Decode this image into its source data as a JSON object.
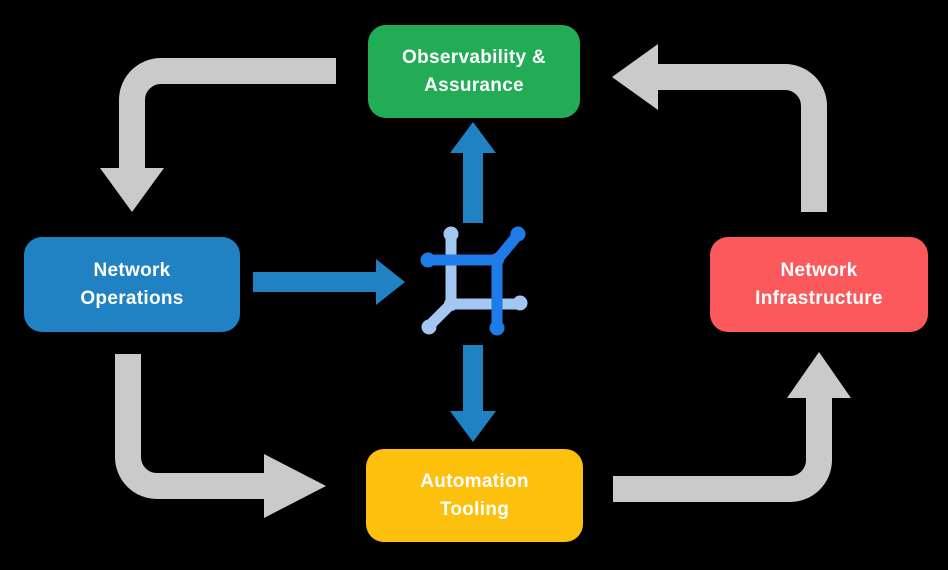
{
  "diagram": {
    "background": "#000000",
    "text_color": "#FFFFFF",
    "nodes": {
      "observability": {
        "label": "Observability & Assurance",
        "color": "#22AC55"
      },
      "operations": {
        "label": "Network Operations",
        "color": "#2082C3"
      },
      "infrastructure": {
        "label": "Network Infrastructure",
        "color": "#FC595D"
      },
      "automation": {
        "label": "Automation Tooling",
        "color": "#FDC00D"
      }
    },
    "cycle_arrows": {
      "color": "#CACACA",
      "flows": [
        {
          "from": "Observability & Assurance",
          "to": "Network Operations"
        },
        {
          "from": "Network Operations",
          "to": "Automation Tooling"
        },
        {
          "from": "Automation Tooling",
          "to": "Network Infrastructure"
        },
        {
          "from": "Network Infrastructure",
          "to": "Observability & Assurance"
        }
      ]
    },
    "hub_arrows": {
      "color": "#2082C3",
      "flows": [
        {
          "from": "Network Operations",
          "to": "network-hub"
        },
        {
          "from": "network-hub",
          "to": "Observability & Assurance"
        },
        {
          "from": "network-hub",
          "to": "Automation Tooling"
        }
      ]
    },
    "center_icon": {
      "name": "network-hub-icon",
      "dark_blue": "#1E7BE8",
      "light_blue": "#A3C6F2"
    }
  }
}
